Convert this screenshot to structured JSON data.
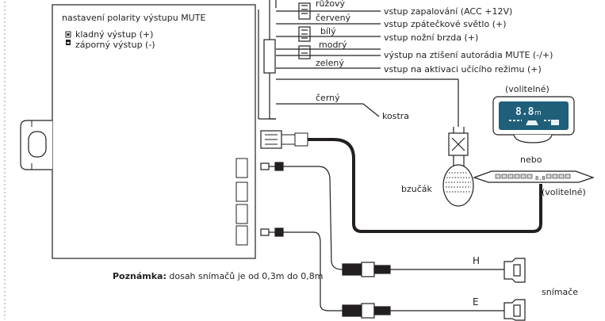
{
  "box": {
    "title": "nastavení polarity výstupu MUTE",
    "option_positive": "kladný výstup (+)",
    "option_negative": "záporný výstup (-)"
  },
  "wires": [
    {
      "color": "růžový",
      "signal": "vstup zapalování (ACC +12V)"
    },
    {
      "color": "červený",
      "signal": "vstup zpátečkové světlo (+)"
    },
    {
      "color": "bílý",
      "signal": "vstup nožní brzda (+)"
    },
    {
      "color": "modrý",
      "signal": "výstup na ztišení autorádia MUTE (-/+)"
    },
    {
      "color": "zelený",
      "signal": "vstup na aktivaci učícího režimu (+)"
    },
    {
      "color": "černý",
      "signal": "kostra"
    }
  ],
  "display": {
    "optional_top": "(volitelné)",
    "readout": "8.8",
    "unit": "m",
    "or": "nebo",
    "optional_bottom": "(volitelné)",
    "bar_readout": "8.8"
  },
  "buzzer": "bzučák",
  "sensors": {
    "label": "snímače",
    "h": "H",
    "e": "E"
  },
  "note": {
    "bold": "Poznámka:",
    "text": " dosah snímačů je od 0,3m do 0,8m"
  },
  "colors": {
    "line": "#231f20",
    "display_screen": "#1f5f7a",
    "display_segment": "#e7f2f7",
    "pointer": "#6b6b6b"
  }
}
